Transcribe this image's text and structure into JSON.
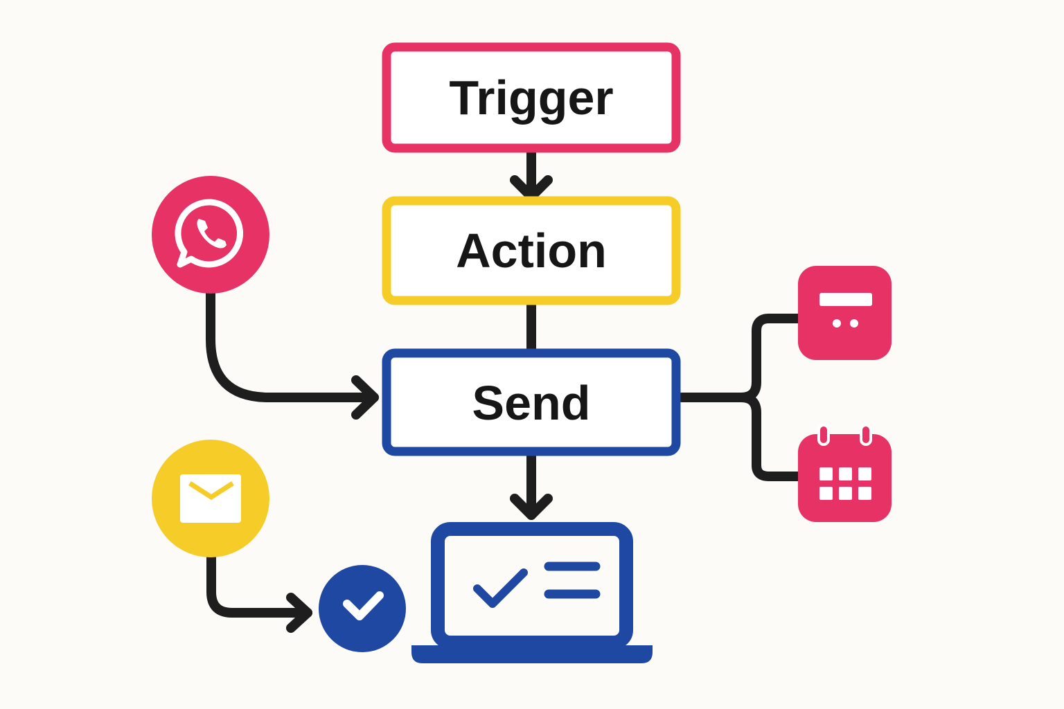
{
  "colors": {
    "background": "#fcfbf8",
    "pink": "#e63264",
    "yellow": "#f6cc28",
    "blue": "#1f48a3",
    "connector": "#1e1e1e",
    "icon_fill": "#ffffff"
  },
  "flow": {
    "nodes": [
      {
        "id": "trigger",
        "label": "Trigger",
        "color": "pink"
      },
      {
        "id": "action",
        "label": "Action",
        "color": "yellow"
      },
      {
        "id": "send",
        "label": "Send",
        "color": "blue"
      }
    ]
  },
  "icons": {
    "whatsapp": "whatsapp-icon",
    "email": "email-icon",
    "check": "check-circle-icon",
    "card": "card-icon",
    "calendar": "calendar-icon",
    "laptop": "laptop-checklist-icon"
  }
}
